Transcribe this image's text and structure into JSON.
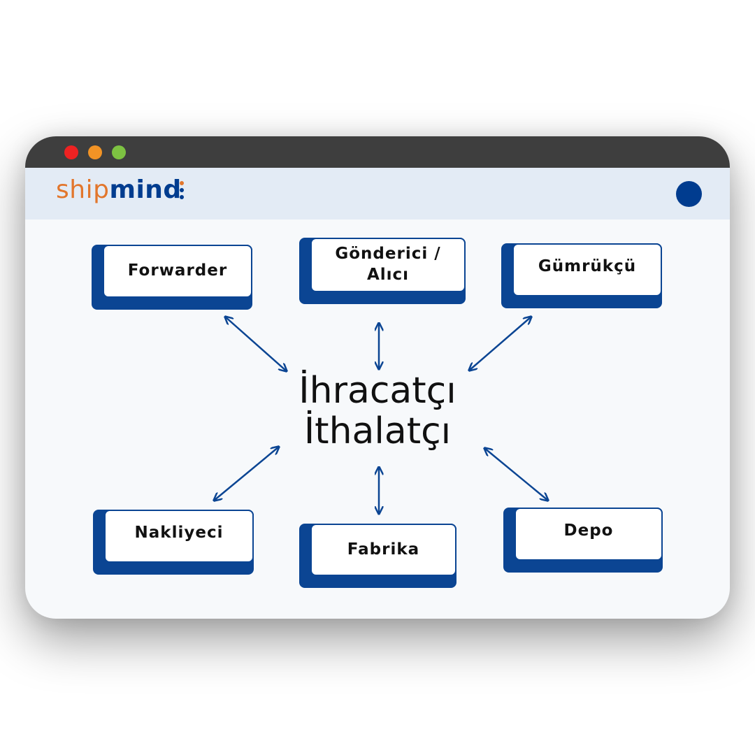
{
  "logo": {
    "part1": "ship",
    "part2": "mind"
  },
  "center": {
    "line1": "İhracatçı",
    "line2": "İthalatçı"
  },
  "nodes": {
    "forwarder": "Forwarder",
    "gonderici_line1": "Gönderici /",
    "gonderici_line2": "Alıcı",
    "gumrukcu": "Gümrükçü",
    "nakliyeci": "Nakliyeci",
    "fabrika": "Fabrika",
    "depo": "Depo"
  },
  "colors": {
    "accent_orange": "#e2762c",
    "brand_blue": "#003c8f",
    "card_blue": "#0b4593",
    "titlebar": "#3e3e3e",
    "appbar": "#e3ebf5"
  }
}
